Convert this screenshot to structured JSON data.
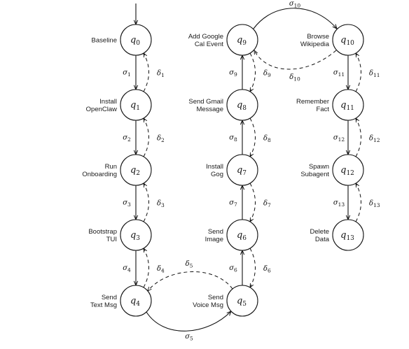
{
  "states": [
    {
      "id": "q0",
      "sym": "q",
      "sub": "0",
      "label": [
        "Baseline"
      ]
    },
    {
      "id": "q1",
      "sym": "q",
      "sub": "1",
      "label": [
        "Install",
        "OpenClaw"
      ]
    },
    {
      "id": "q2",
      "sym": "q",
      "sub": "2",
      "label": [
        "Run",
        "Onboarding"
      ]
    },
    {
      "id": "q3",
      "sym": "q",
      "sub": "3",
      "label": [
        "Bootstrap",
        "TUI"
      ]
    },
    {
      "id": "q4",
      "sym": "q",
      "sub": "4",
      "label": [
        "Send",
        "Text Msg"
      ]
    },
    {
      "id": "q5",
      "sym": "q",
      "sub": "5",
      "label": [
        "Send",
        "Voice Msg"
      ]
    },
    {
      "id": "q6",
      "sym": "q",
      "sub": "6",
      "label": [
        "Send",
        "Image"
      ]
    },
    {
      "id": "q7",
      "sym": "q",
      "sub": "7",
      "label": [
        "Install",
        "Gog"
      ]
    },
    {
      "id": "q8",
      "sym": "q",
      "sub": "8",
      "label": [
        "Send Gmail",
        "Message"
      ]
    },
    {
      "id": "q9",
      "sym": "q",
      "sub": "9",
      "label": [
        "Add Google",
        "Cal Event"
      ]
    },
    {
      "id": "q10",
      "sym": "q",
      "sub": "10",
      "label": [
        "Browse",
        "Wikipedia"
      ]
    },
    {
      "id": "q11",
      "sym": "q",
      "sub": "11",
      "label": [
        "Remember",
        "Fact"
      ]
    },
    {
      "id": "q12",
      "sym": "q",
      "sub": "12",
      "label": [
        "Spawn",
        "Subagent"
      ]
    },
    {
      "id": "q13",
      "sym": "q",
      "sub": "13",
      "label": [
        "Delete",
        "Data"
      ]
    }
  ],
  "forward": [
    {
      "from": "q0",
      "to": "q1",
      "sym": "σ",
      "sub": "1"
    },
    {
      "from": "q1",
      "to": "q2",
      "sym": "σ",
      "sub": "2"
    },
    {
      "from": "q2",
      "to": "q3",
      "sym": "σ",
      "sub": "3"
    },
    {
      "from": "q3",
      "to": "q4",
      "sym": "σ",
      "sub": "4"
    },
    {
      "from": "q4",
      "to": "q5",
      "sym": "σ",
      "sub": "5"
    },
    {
      "from": "q5",
      "to": "q6",
      "sym": "σ",
      "sub": "6"
    },
    {
      "from": "q6",
      "to": "q7",
      "sym": "σ",
      "sub": "7"
    },
    {
      "from": "q7",
      "to": "q8",
      "sym": "σ",
      "sub": "8"
    },
    {
      "from": "q8",
      "to": "q9",
      "sym": "σ",
      "sub": "9"
    },
    {
      "from": "q9",
      "to": "q10",
      "sym": "σ",
      "sub": "10"
    },
    {
      "from": "q10",
      "to": "q11",
      "sym": "σ",
      "sub": "11"
    },
    {
      "from": "q11",
      "to": "q12",
      "sym": "σ",
      "sub": "12"
    },
    {
      "from": "q12",
      "to": "q13",
      "sym": "σ",
      "sub": "13"
    }
  ],
  "backward": [
    {
      "from": "q1",
      "to": "q0",
      "sym": "δ",
      "sub": "1"
    },
    {
      "from": "q2",
      "to": "q1",
      "sym": "δ",
      "sub": "2"
    },
    {
      "from": "q3",
      "to": "q2",
      "sym": "δ",
      "sub": "3"
    },
    {
      "from": "q4",
      "to": "q3",
      "sym": "δ",
      "sub": "4"
    },
    {
      "from": "q5",
      "to": "q4",
      "sym": "δ",
      "sub": "5"
    },
    {
      "from": "q6",
      "to": "q5",
      "sym": "δ",
      "sub": "6"
    },
    {
      "from": "q7",
      "to": "q6",
      "sym": "δ",
      "sub": "7"
    },
    {
      "from": "q8",
      "to": "q7",
      "sym": "δ",
      "sub": "8"
    },
    {
      "from": "q9",
      "to": "q8",
      "sym": "δ",
      "sub": "9"
    },
    {
      "from": "q10",
      "to": "q9",
      "sym": "δ",
      "sub": "10"
    },
    {
      "from": "q11",
      "to": "q10",
      "sym": "δ",
      "sub": "11"
    },
    {
      "from": "q12",
      "to": "q11",
      "sym": "δ",
      "sub": "12"
    },
    {
      "from": "q13",
      "to": "q12",
      "sym": "δ",
      "sub": "13"
    }
  ],
  "initial_state": "q0"
}
